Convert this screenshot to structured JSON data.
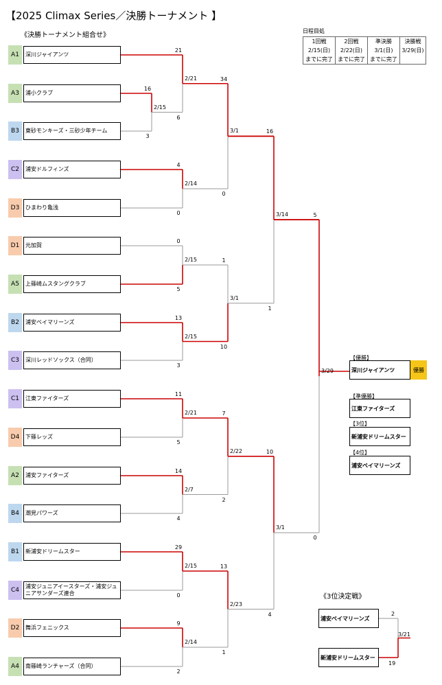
{
  "title": "【2025 Climax Series／決勝トーナメント 】",
  "subtitle": "《決勝トーナメント組合せ》",
  "schedule": {
    "heading": "日程目処",
    "cols": [
      {
        "round": "1回戦",
        "date": "2/15(日)",
        "note": "までに完了"
      },
      {
        "round": "2回戦",
        "date": "2/22(日)",
        "note": "までに完了"
      },
      {
        "round": "準決勝",
        "date": "3/1(日)",
        "note": "までに完了"
      },
      {
        "round": "決勝戦",
        "date": "3/29(日)",
        "note": ""
      }
    ]
  },
  "colors": {
    "A": "#c6e0b4",
    "B": "#bdd7ee",
    "C": "#ccc0f0",
    "D": "#f8cbad",
    "winner": "#cc0000",
    "loser": "#999999",
    "champion": "#f5c518"
  },
  "teams": [
    {
      "seed": "A1",
      "group": "A",
      "name": "深川ジャイアンツ"
    },
    {
      "seed": "A3",
      "group": "A",
      "name": "浦小クラブ"
    },
    {
      "seed": "B3",
      "group": "B",
      "name": "東砂モンキーズ・三砂少年チーム"
    },
    {
      "seed": "C2",
      "group": "C",
      "name": "浦安ドルフィンズ"
    },
    {
      "seed": "D3",
      "group": "D",
      "name": "ひまわり亀浅"
    },
    {
      "seed": "D1",
      "group": "D",
      "name": "元加賀"
    },
    {
      "seed": "A5",
      "group": "A",
      "name": "上篠崎ムスタングクラブ"
    },
    {
      "seed": "B2",
      "group": "B",
      "name": "浦安ベイマリーンズ"
    },
    {
      "seed": "C3",
      "group": "C",
      "name": "深川レッドソックス（合同）"
    },
    {
      "seed": "C1",
      "group": "C",
      "name": "江東ファイターズ"
    },
    {
      "seed": "D4",
      "group": "D",
      "name": "下篠レッズ"
    },
    {
      "seed": "A2",
      "group": "A",
      "name": "浦安ファイターズ"
    },
    {
      "seed": "B4",
      "group": "B",
      "name": "潮見パワーズ"
    },
    {
      "seed": "B1",
      "group": "B",
      "name": "新浦安ドリームスター"
    },
    {
      "seed": "C4",
      "group": "C",
      "name": "浦安ジュニアイースターズ・浦安ジュニアサンダーズ連合"
    },
    {
      "seed": "D2",
      "group": "D",
      "name": "舞浜フェニックス"
    },
    {
      "seed": "A4",
      "group": "A",
      "name": "南篠崎ランチャーズ（合同）"
    }
  ],
  "games": [
    {
      "date": "2/15",
      "top_score": "16",
      "bottom_score": "3"
    },
    {
      "date": "2/21",
      "top_score": "21",
      "bottom_score": "6"
    },
    {
      "date": "2/14",
      "top_score": "4",
      "bottom_score": "0"
    },
    {
      "date": "2/15",
      "top_score": "0",
      "bottom_score": "5"
    },
    {
      "date": "2/15",
      "top_score": "13",
      "bottom_score": "3"
    },
    {
      "date": "2/21",
      "top_score": "11",
      "bottom_score": "5"
    },
    {
      "date": "2/7",
      "top_score": "14",
      "bottom_score": "4"
    },
    {
      "date": "2/15",
      "top_score": "29",
      "bottom_score": "0"
    },
    {
      "date": "2/14",
      "top_score": "9",
      "bottom_score": "2"
    },
    {
      "date": "3/1",
      "top_score": "34",
      "bottom_score": "0"
    },
    {
      "date": "3/1",
      "top_score": "1",
      "bottom_score": "10"
    },
    {
      "date": "2/22",
      "top_score": "7",
      "bottom_score": "2"
    },
    {
      "date": "2/23",
      "top_score": "13",
      "bottom_score": "1"
    },
    {
      "date": "3/14",
      "top_score": "16",
      "bottom_score": "1"
    },
    {
      "date": "3/1",
      "top_score": "10",
      "bottom_score": "4"
    },
    {
      "date": "3/29",
      "top_score": "5",
      "bottom_score": "0"
    }
  ],
  "results": {
    "winner_label": "【優勝】",
    "winner": "深川ジャイアンツ",
    "champion_badge": "優勝",
    "runner_label": "【準優勝】",
    "runner": "江東ファイターズ",
    "third_label": "【3位】",
    "third": "新浦安ドリームスター",
    "fourth_label": "【4位】",
    "fourth": "浦安ベイマリーンズ"
  },
  "third_place": {
    "title": "《3位決定戦》",
    "top_team": "浦安ベイマリーンズ",
    "top_score": "2",
    "bottom_team": "新浦安ドリームスター",
    "bottom_score": "19",
    "date": "3/21"
  }
}
